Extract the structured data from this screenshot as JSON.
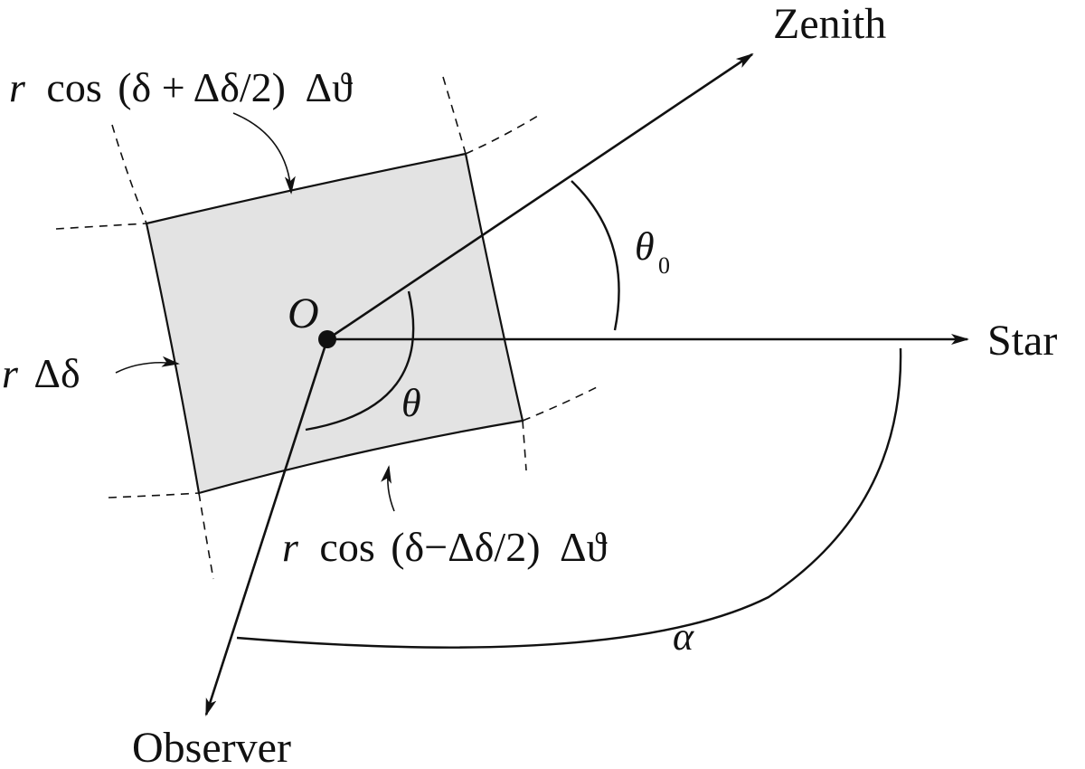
{
  "diagram": {
    "rays": {
      "zenith": "Zenith",
      "star": "Star",
      "observer": "Observer"
    },
    "origin": "O",
    "angles": {
      "theta0_base": "θ",
      "theta0_sub": "0",
      "theta": "θ",
      "alpha": "α"
    },
    "edges": {
      "top": {
        "r": "r",
        "cos": "cos",
        "arg": "(δ + Δδ/2)",
        "tail": "Δϑ"
      },
      "bottom": {
        "r": "r",
        "cos": "cos",
        "arg": "(δ−Δδ/2)",
        "tail": "Δϑ"
      },
      "side": {
        "r": "r",
        "tail": "Δδ"
      }
    },
    "colors": {
      "line": "#111111",
      "patch_fill": "#e3e3e3"
    }
  }
}
